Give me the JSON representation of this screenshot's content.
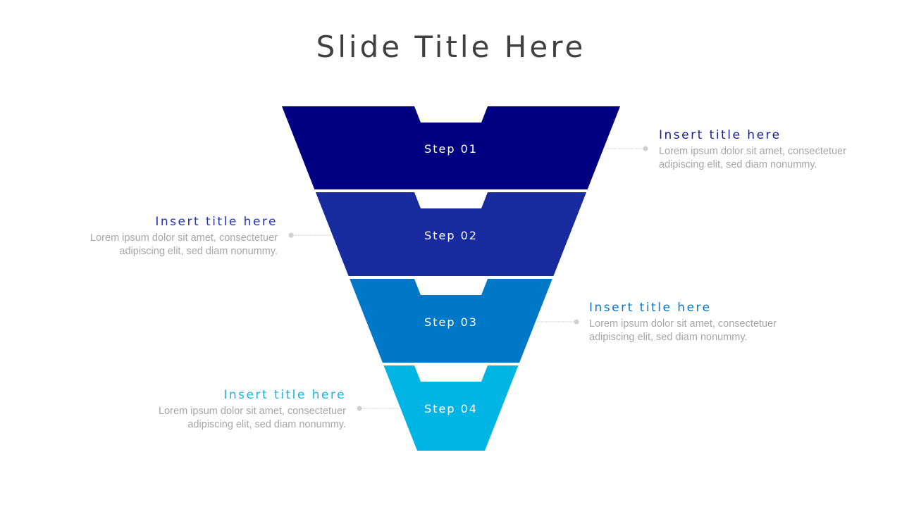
{
  "title": "Slide Title Here",
  "steps": [
    {
      "label": "Step 01",
      "color": "#000080",
      "title": "Insert title here",
      "title_color": "#1a1a8c",
      "body_line1": "Lorem ipsum dolor sit amet, consectetuer",
      "body_line2": "adipiscing elit, sed diam nonummy."
    },
    {
      "label": "Step 02",
      "color": "#172b9f",
      "title": "Insert title here",
      "title_color": "#2432b0",
      "body_line1": "Lorem ipsum dolor sit amet, consectetuer",
      "body_line2": "adipiscing elit, sed diam nonummy."
    },
    {
      "label": "Step 03",
      "color": "#0078c8",
      "title": "Insert title here",
      "title_color": "#0a78c8",
      "body_line1": "Lorem ipsum dolor sit amet, consectetuer",
      "body_line2": "adipiscing elit, sed diam nonummy."
    },
    {
      "label": "Step 04",
      "color": "#00b4e4",
      "title": "Insert title here",
      "title_color": "#19b4e0",
      "body_line1": "Lorem ipsum dolor sit amet, consectetuer",
      "body_line2": "adipiscing elit, sed diam nonummy."
    }
  ]
}
